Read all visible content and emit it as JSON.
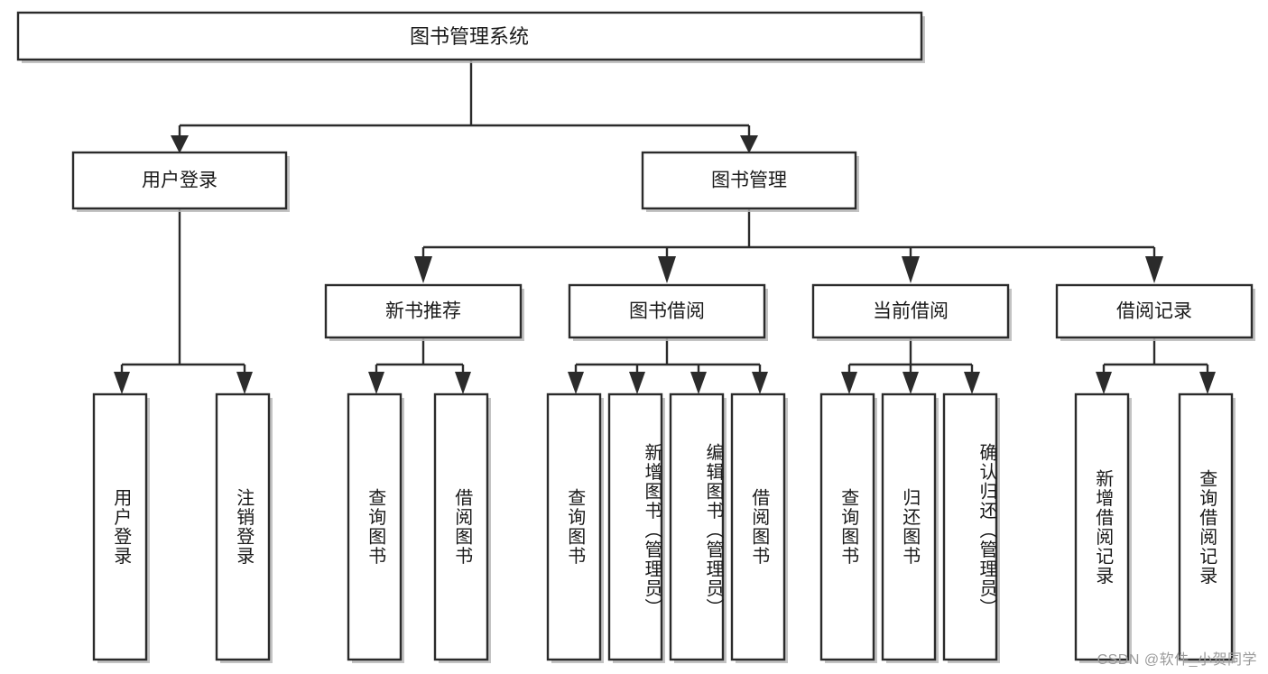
{
  "diagram": {
    "title": "图书管理系统",
    "type": "hierarchy-tree",
    "orientation": "top-down",
    "watermark": "CSDN @软件_小贺同学",
    "colors": {
      "background": "#ffffff",
      "stroke": "#2b2b2b",
      "box_fill": "#ffffff",
      "shadow": "#b9b9b9",
      "text": "#1a1a1a",
      "watermark": "#9a9a9a"
    }
  },
  "chart_data": {
    "type": "tree",
    "title": "图书管理系统",
    "root": {
      "label": "图书管理系统",
      "level": 0,
      "children": [
        {
          "label": "用户登录",
          "level": 1,
          "children": [
            {
              "label": "用户登录",
              "level": 2,
              "orientation": "vertical",
              "children": []
            },
            {
              "label": "注销登录",
              "level": 2,
              "orientation": "vertical",
              "children": []
            }
          ]
        },
        {
          "label": "图书管理",
          "level": 1,
          "children": [
            {
              "label": "新书推荐",
              "level": 2,
              "children": [
                {
                  "label": "查询图书",
                  "level": 3,
                  "orientation": "vertical",
                  "children": []
                },
                {
                  "label": "借阅图书",
                  "level": 3,
                  "orientation": "vertical",
                  "children": []
                }
              ]
            },
            {
              "label": "图书借阅",
              "level": 2,
              "children": [
                {
                  "label": "查询图书",
                  "level": 3,
                  "orientation": "vertical",
                  "children": []
                },
                {
                  "label": "新增图书（管理员）",
                  "level": 3,
                  "orientation": "vertical",
                  "children": []
                },
                {
                  "label": "编辑图书（管理员）",
                  "level": 3,
                  "orientation": "vertical",
                  "children": []
                },
                {
                  "label": "借阅图书",
                  "level": 3,
                  "orientation": "vertical",
                  "children": []
                }
              ]
            },
            {
              "label": "当前借阅",
              "level": 2,
              "children": [
                {
                  "label": "查询图书",
                  "level": 3,
                  "orientation": "vertical",
                  "children": []
                },
                {
                  "label": "归还图书",
                  "level": 3,
                  "orientation": "vertical",
                  "children": []
                },
                {
                  "label": "确认归还（管理员）",
                  "level": 3,
                  "orientation": "vertical",
                  "children": []
                }
              ]
            },
            {
              "label": "借阅记录",
              "level": 2,
              "children": [
                {
                  "label": "新增借阅记录",
                  "level": 3,
                  "orientation": "vertical",
                  "children": []
                },
                {
                  "label": "查询借阅记录",
                  "level": 3,
                  "orientation": "vertical",
                  "children": []
                }
              ]
            }
          ]
        }
      ]
    }
  },
  "nodes": {
    "root": {
      "label": "图书管理系统"
    },
    "user_login": {
      "label": "用户登录"
    },
    "book_manage": {
      "label": "图书管理"
    },
    "new_book_rec": {
      "label": "新书推荐"
    },
    "book_borrow": {
      "label": "图书借阅"
    },
    "current_borrow": {
      "label": "当前借阅"
    },
    "borrow_record": {
      "label": "借阅记录"
    },
    "leaf_user_login": {
      "label": "用户登录"
    },
    "leaf_logout": {
      "label": "注销登录"
    },
    "leaf_query_book_a": {
      "label": "查询图书"
    },
    "leaf_borrow_book_a": {
      "label": "借阅图书"
    },
    "leaf_query_book_b": {
      "label": "查询图书"
    },
    "leaf_add_book": {
      "label": "新增图书（管理员）"
    },
    "leaf_edit_book": {
      "label": "编辑图书（管理员）"
    },
    "leaf_borrow_book_b": {
      "label": "借阅图书"
    },
    "leaf_query_book_c": {
      "label": "查询图书"
    },
    "leaf_return_book": {
      "label": "归还图书"
    },
    "leaf_confirm_return": {
      "label": "确认归还（管理员）"
    },
    "leaf_add_record": {
      "label": "新增借阅记录"
    },
    "leaf_query_record": {
      "label": "查询借阅记录"
    }
  }
}
